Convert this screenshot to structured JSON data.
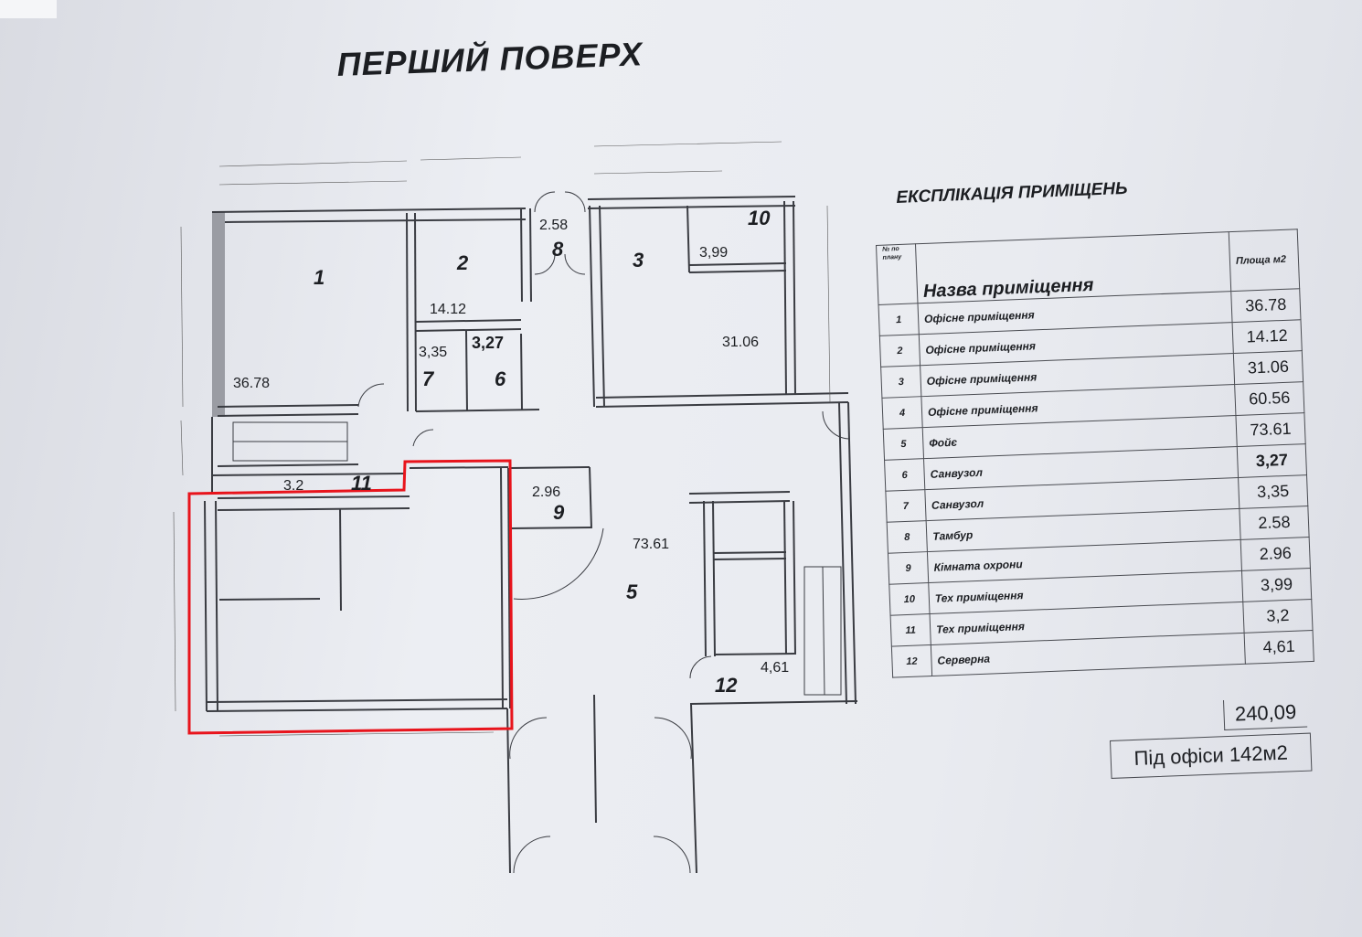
{
  "title": "ПЕРШИЙ ПОВЕРХ",
  "plan": {
    "areas": {
      "r1": "36.78",
      "r2": "14.12",
      "r3": "31.06",
      "r5": "73.61",
      "r6": "3,27",
      "r7": "3,35",
      "r8": "2.58",
      "r9": "2.96",
      "r10": "3,99",
      "r11": "3.2",
      "r12": "4,61"
    },
    "room_numbers": [
      "1",
      "2",
      "3",
      "5",
      "6",
      "7",
      "8",
      "9",
      "10",
      "11",
      "12"
    ]
  },
  "explication": {
    "title": "ЕКСПЛІКАЦІЯ ПРИМІЩЕНЬ",
    "col_no": "№ по плану",
    "col_name": "Назва приміщення",
    "col_area": "Площа м2",
    "rows": [
      {
        "no": "1",
        "name": "Офісне приміщення",
        "area": "36.78"
      },
      {
        "no": "2",
        "name": "Офісне приміщення",
        "area": "14.12"
      },
      {
        "no": "3",
        "name": "Офісне приміщення",
        "area": "31.06"
      },
      {
        "no": "4",
        "name": "Офісне приміщення",
        "area": "60.56"
      },
      {
        "no": "5",
        "name": "Фойє",
        "area": "73.61"
      },
      {
        "no": "6",
        "name": "Санвузол",
        "area": "3,27"
      },
      {
        "no": "7",
        "name": "Санвузол",
        "area": "3,35"
      },
      {
        "no": "8",
        "name": "Тамбур",
        "area": "2.58"
      },
      {
        "no": "9",
        "name": "Кімната охрони",
        "area": "2.96"
      },
      {
        "no": "10",
        "name": "Тех приміщення",
        "area": "3,99"
      },
      {
        "no": "11",
        "name": "Тех приміщення",
        "area": "3,2"
      },
      {
        "no": "12",
        "name": "Серверна",
        "area": "4,61"
      }
    ],
    "total": "240,09",
    "offices_note": "Під офіси 142м2"
  },
  "colors": {
    "highlight": "#e8141c",
    "wall": "#3a3c42",
    "wall_fill": "#7d8088",
    "paper": "#e9ebf0"
  }
}
